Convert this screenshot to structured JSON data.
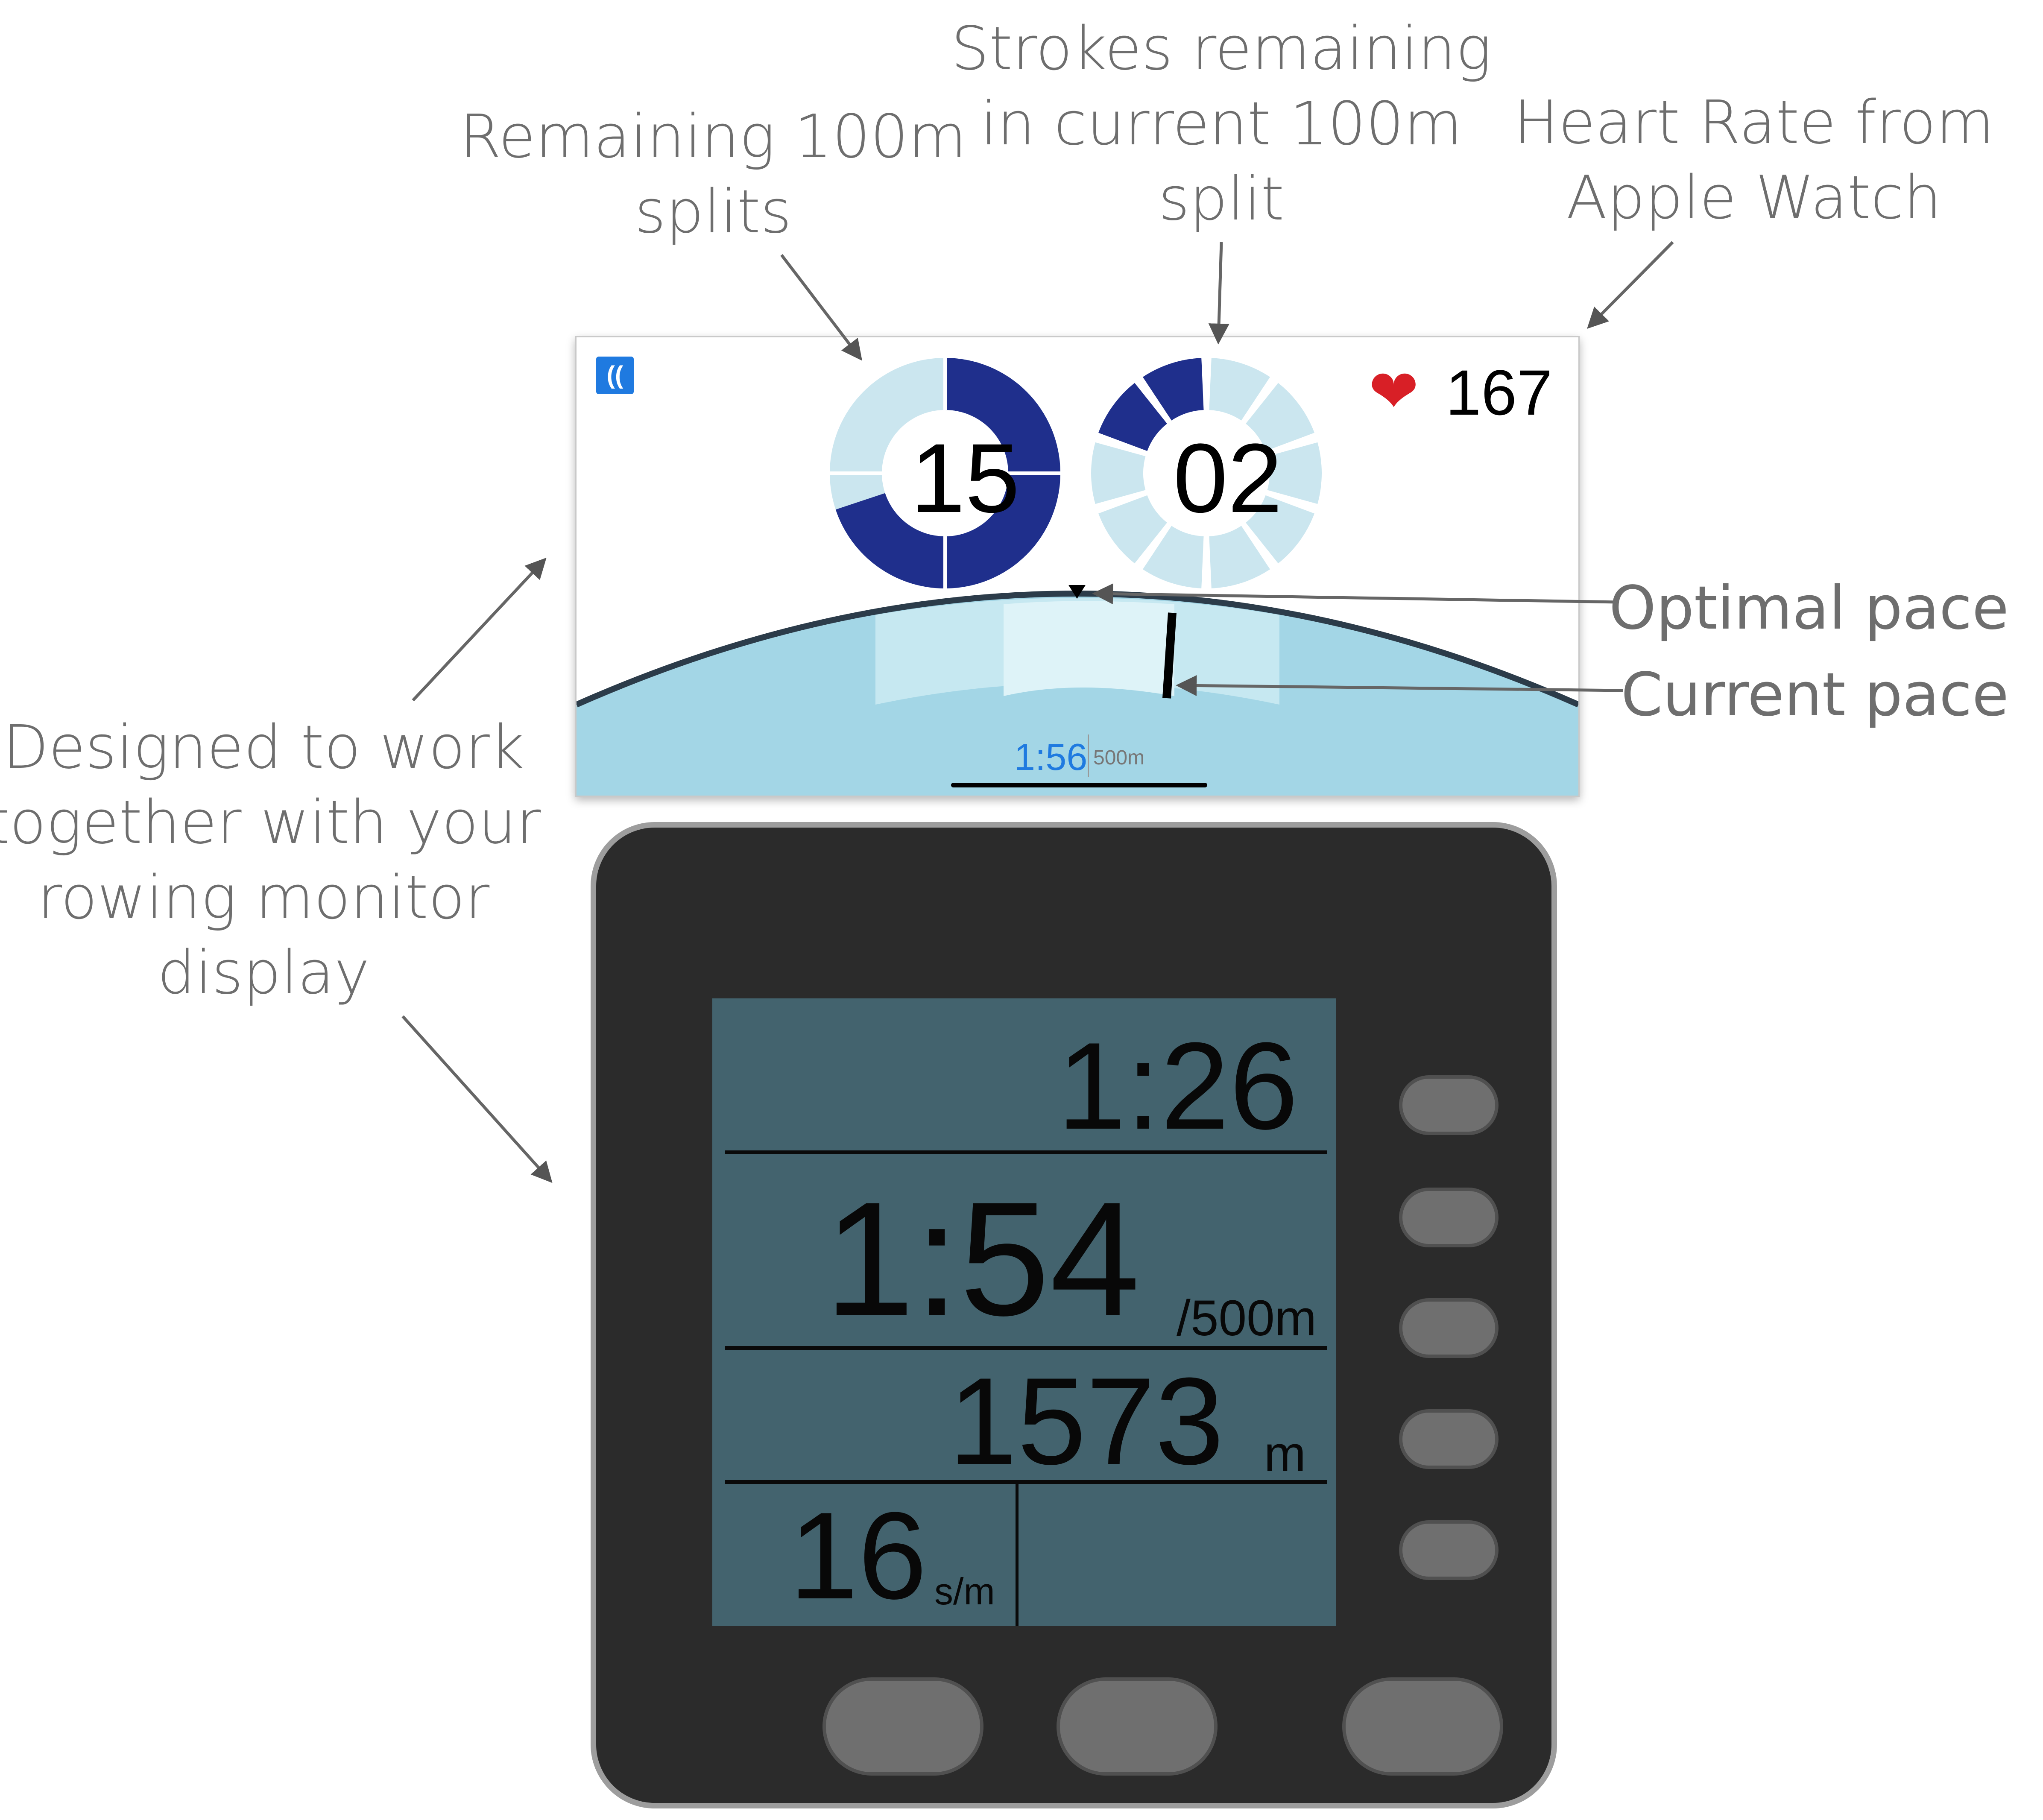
{
  "callouts": {
    "remaining_splits": [
      "Remaining 100m",
      "splits"
    ],
    "strokes_remaining": [
      "Strokes remaining",
      "in current 100m",
      "split"
    ],
    "heart_rate": [
      "Heart Rate from",
      "Apple Watch"
    ],
    "optimal_pace": "Optimal pace",
    "current_pace": "Current pace",
    "designed": [
      "Designed to work",
      "together with your",
      "rowing monitor",
      "display"
    ]
  },
  "phone": {
    "status_icon": "signal-icon",
    "remaining_splits_value": "15",
    "remaining_splits_ring": {
      "total_segments": 4,
      "remaining_fraction": 0.7
    },
    "strokes_remaining_value": "02",
    "strokes_ring": {
      "total_segments": 10,
      "filled_segments": 2
    },
    "heart_icon": "heart-icon",
    "heart_rate": "167",
    "target_pace": "1:56",
    "target_pace_unit": "500m",
    "colors": {
      "ring_dark": "#1f2f8c",
      "ring_light": "#cbe6ef",
      "band": "#a3d6e6",
      "accent": "#1f7ae0"
    }
  },
  "monitor": {
    "elapsed_time": "1:26",
    "split_pace": "1:54",
    "split_unit": "/500m",
    "distance": "1573",
    "distance_unit": "m",
    "stroke_rate": "16",
    "stroke_rate_unit": "s/m",
    "colors": {
      "lcd": "#43636e",
      "body": "#2b2b2b"
    }
  }
}
